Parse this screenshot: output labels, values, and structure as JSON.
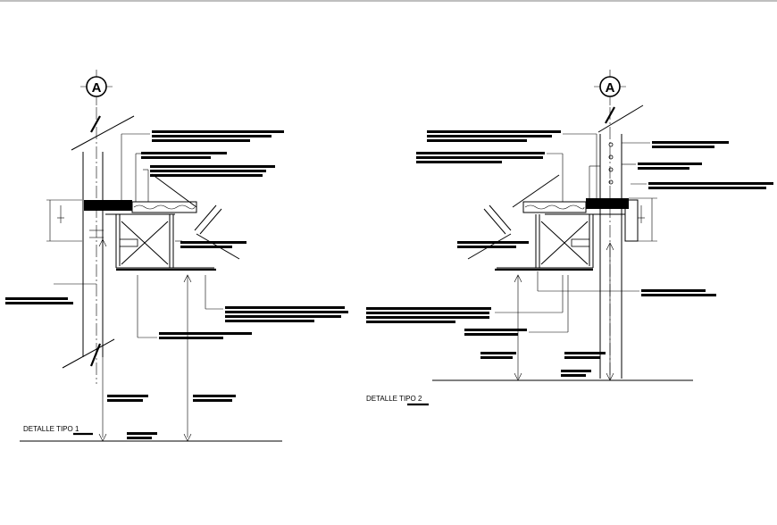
{
  "drawing": {
    "detail_1": {
      "title": "DETALLE TIPO 1",
      "axis_label": "A"
    },
    "detail_2": {
      "title": "DETALLE TIPO 2",
      "axis_label": "A"
    }
  },
  "colors": {
    "ink": "#000000",
    "paper": "#ffffff"
  }
}
